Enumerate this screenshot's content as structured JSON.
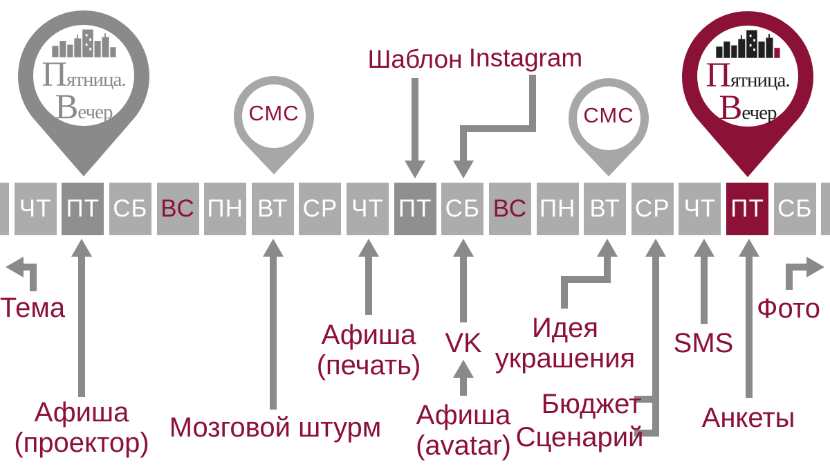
{
  "palette": {
    "maroon": "#8C1137",
    "graybox": "#ACACAC",
    "graydark": "#8F8F8F",
    "arrow": "#8A8A8A",
    "pingray": "#8A8A8A",
    "smspin": "#A7A7A7"
  },
  "timeline": {
    "days": [
      {
        "label": "",
        "variant": "normal"
      },
      {
        "label": "ЧТ",
        "variant": "normal"
      },
      {
        "label": "ПТ",
        "variant": "dark"
      },
      {
        "label": "СБ",
        "variant": "normal"
      },
      {
        "label": "ВС",
        "variant": "weekend"
      },
      {
        "label": "ПН",
        "variant": "normal"
      },
      {
        "label": "ВТ",
        "variant": "normal"
      },
      {
        "label": "СР",
        "variant": "normal"
      },
      {
        "label": "ЧТ",
        "variant": "normal"
      },
      {
        "label": "ПТ",
        "variant": "dark"
      },
      {
        "label": "СБ",
        "variant": "normal"
      },
      {
        "label": "ВС",
        "variant": "weekend"
      },
      {
        "label": "ПН",
        "variant": "normal"
      },
      {
        "label": "ВТ",
        "variant": "normal"
      },
      {
        "label": "СР",
        "variant": "normal"
      },
      {
        "label": "ЧТ",
        "variant": "normal"
      },
      {
        "label": "ПТ",
        "variant": "friday"
      },
      {
        "label": "СБ",
        "variant": "normal"
      },
      {
        "label": "",
        "variant": "normal"
      }
    ]
  },
  "pins": {
    "start": {
      "logo_line1": "Пятница.",
      "logo_line2": "Вечер"
    },
    "end": {
      "logo_line1": "Пятница.",
      "logo_line2": "Вечер"
    },
    "sms1": {
      "label": "СМС"
    },
    "sms2": {
      "label": "СМС"
    }
  },
  "annotations": {
    "top": {
      "shablon": "Шаблон",
      "instagram": "Instagram"
    },
    "bottom": {
      "tema": "Тема",
      "afisha_proektor": [
        "Афиша",
        "(проектор)"
      ],
      "brainstorm": "Мозговой штурм",
      "afisha_pechat": [
        "Афиша",
        "(печать)"
      ],
      "vk": "VK",
      "afisha_avatar": [
        "Афиша",
        "(avatar)"
      ],
      "idea": [
        "Идея",
        "украшения"
      ],
      "budget": "Бюджет",
      "scenario": "Сценарий",
      "sms": "SMS",
      "ankety": "Анкеты",
      "foto": "Фото"
    }
  }
}
